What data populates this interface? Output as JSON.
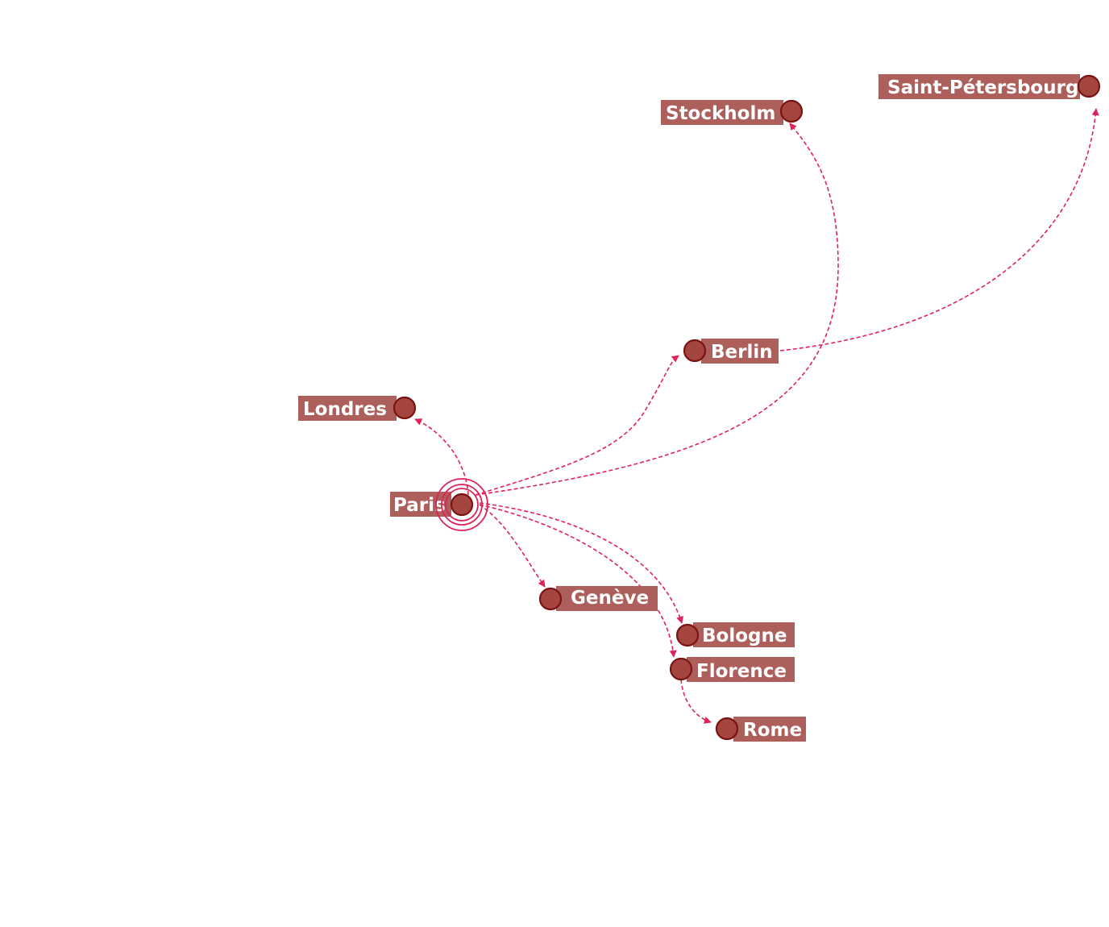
{
  "map": {
    "origin": "Paris",
    "cities": [
      {
        "id": "paris",
        "name": "Paris"
      },
      {
        "id": "londres",
        "name": "Londres"
      },
      {
        "id": "berlin",
        "name": "Berlin"
      },
      {
        "id": "stockholm",
        "name": "Stockholm"
      },
      {
        "id": "saint-petersbourg",
        "name": "Saint-Pétersbourg"
      },
      {
        "id": "geneve",
        "name": "Genève"
      },
      {
        "id": "bologne",
        "name": "Bologne"
      },
      {
        "id": "florence",
        "name": "Florence"
      },
      {
        "id": "rome",
        "name": "Rome"
      }
    ],
    "routes": [
      {
        "from": "Paris",
        "to": "Londres"
      },
      {
        "from": "Paris",
        "to": "Berlin"
      },
      {
        "from": "Paris",
        "to": "Stockholm"
      },
      {
        "from": "Berlin",
        "to": "Saint-Pétersbourg"
      },
      {
        "from": "Paris",
        "to": "Genève"
      },
      {
        "from": "Paris",
        "to": "Bologne"
      },
      {
        "from": "Paris",
        "to": "Florence"
      },
      {
        "from": "Florence",
        "to": "Rome"
      }
    ],
    "colors": {
      "route": "#e0225a",
      "label_background": "#ad5f5b",
      "label_text": "#ffffff",
      "city_fill": "#a5453f",
      "city_stroke": "#7a1414"
    }
  }
}
